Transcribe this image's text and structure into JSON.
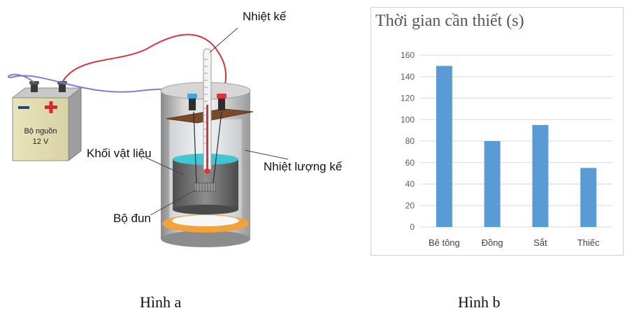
{
  "figure_a": {
    "labels": {
      "thermometer": "Nhiệt kế",
      "power_source_line1": "Bộ nguồn",
      "power_source_line2": "12 V",
      "material_block": "Khối vật liệu",
      "calorimeter": "Nhiệt lượng kế",
      "heater": "Bộ đun"
    },
    "caption": "Hình a"
  },
  "figure_b": {
    "caption": "Hình b"
  },
  "colors": {
    "bar": "#5b9bd5",
    "grid": "#d9d9d9",
    "wire_red": "#d8333f",
    "wire_blue": "#7a7fd0"
  },
  "chart_data": {
    "type": "bar",
    "title": "Thời gian cần thiết (s)",
    "categories": [
      "Bê tông",
      "Đồng",
      "Sắt",
      "Thiếc"
    ],
    "values": [
      150,
      80,
      95,
      55
    ],
    "xlabel": "",
    "ylabel": "",
    "ylim": [
      0,
      160
    ],
    "yticks": [
      0,
      20,
      40,
      60,
      80,
      100,
      120,
      140,
      160
    ],
    "grid": true,
    "legend": "none"
  }
}
